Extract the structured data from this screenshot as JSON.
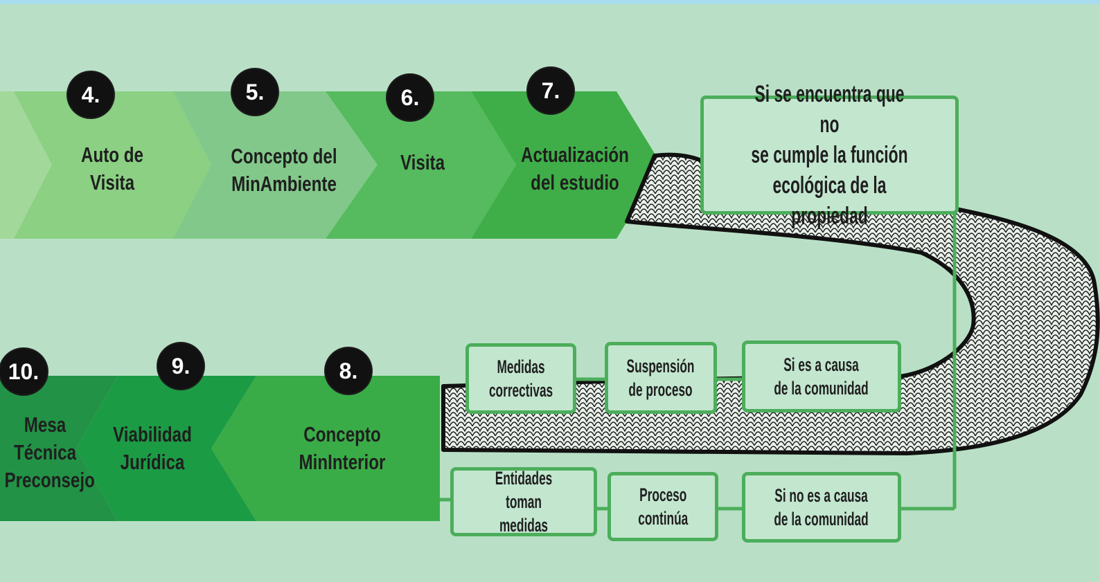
{
  "top_row": [
    {
      "number": "4.",
      "label_l1": "Auto de",
      "label_l2": "Visita"
    },
    {
      "number": "5.",
      "label_l1": "Concepto del",
      "label_l2": "MinAmbiente"
    },
    {
      "number": "6.",
      "label_l1": "Visita",
      "label_l2": ""
    },
    {
      "number": "7.",
      "label_l1": "Actualización",
      "label_l2": "del estudio"
    }
  ],
  "bottom_row": [
    {
      "number": "10.",
      "label_l1": "Mesa",
      "label_l2": "Técnica",
      "label_l3": "Preconsejo"
    },
    {
      "number": "9.",
      "label_l1": "Viabilidad",
      "label_l2": "Jurídica"
    },
    {
      "number": "8.",
      "label_l1": "Concepto",
      "label_l2": "MinInterior"
    }
  ],
  "condition_box": {
    "line1": "Si se encuentra que no",
    "line2": "se cumple la función",
    "line3": "ecológica de la propiedad"
  },
  "branch_upper": [
    {
      "line1": "Medidas",
      "line2": "correctivas"
    },
    {
      "line1": "Suspensión",
      "line2": "de proceso"
    },
    {
      "line1": "Si es a causa",
      "line2": "de la comunidad"
    }
  ],
  "branch_lower": [
    {
      "line1": "Entidades toman",
      "line2": "medidas"
    },
    {
      "line1": "Proceso",
      "line2": "continúa"
    },
    {
      "line1": "Si no es a causa",
      "line2": "de la comunidad"
    }
  ],
  "colors": {
    "background": "#b9e0c6",
    "box_border": "#4cae5b",
    "badge": "#111111"
  }
}
